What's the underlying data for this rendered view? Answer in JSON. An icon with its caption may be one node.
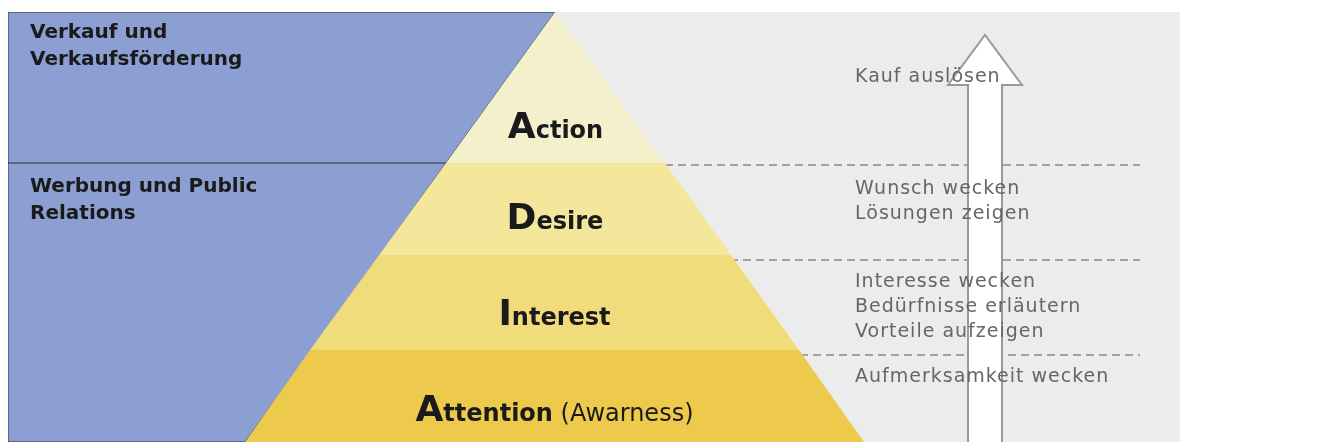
{
  "diagram": {
    "nodes": [
      {
        "text": [
          "Verkauf und Verkaufsförderung"
        ]
      },
      {
        "text": [
          "Werbung und Public Relations"
        ]
      },
      {
        "text": [
          "Action"
        ]
      },
      {
        "text": [
          "Desire"
        ]
      },
      {
        "text": [
          "Interest"
        ]
      },
      {
        "text": [
          "**Attention** (Awarness)"
        ]
      }
    ],
    "edges": [],
    "labels": [
      "Kauf auslösen",
      "Wunsch wecken",
      "Lösungen zeigen",
      "Interesse wecken",
      "Bedürfnisse erläutern",
      "Vorteile aufzeigen",
      "Aufmerksamkeit wecken"
    ]
  }
}
